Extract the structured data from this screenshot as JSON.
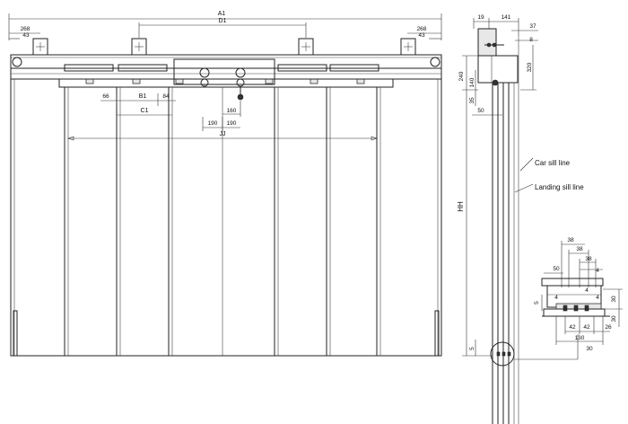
{
  "front_view": {
    "dims": {
      "a1": "A1",
      "d1": "D1",
      "left_268": "268",
      "left_43": "43",
      "right_268": "268",
      "right_43": "43",
      "d66": "66",
      "b1": "B1",
      "d84": "84",
      "c1": "C1",
      "d160": "160",
      "d190_left": "190",
      "d190_right": "190",
      "jj": "JJ"
    }
  },
  "side_view": {
    "dims": {
      "d19": "19",
      "d141": "141",
      "d37": "37",
      "d8": "8",
      "d240": "240",
      "d140": "140",
      "d320": "320",
      "d35": "35",
      "d50": "50",
      "hh": "HH",
      "d5": "5"
    },
    "labels": {
      "car_sill": "Car sill line",
      "landing_sill": "Landing sill line"
    }
  },
  "detail": {
    "dims": {
      "d38_a": "38",
      "d38_b": "38",
      "d38_c": "38",
      "d4_a": "4",
      "d50": "50",
      "d4_b": "4",
      "d4_c": "4",
      "d4_d": "4",
      "d5": "5",
      "d30_a": "30",
      "d30_b": "30",
      "d42_a": "42",
      "d42_b": "42",
      "d26": "26",
      "d130": "130",
      "d30_c": "30"
    }
  }
}
